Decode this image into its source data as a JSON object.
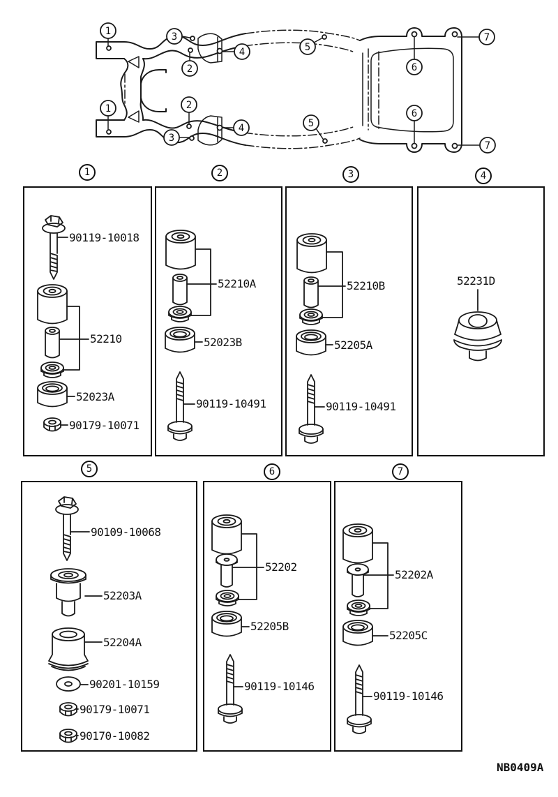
{
  "page": {
    "code": "NB0409A"
  },
  "frame": {
    "callouts": [
      {
        "n": "1"
      },
      {
        "n": "1"
      },
      {
        "n": "2"
      },
      {
        "n": "2"
      },
      {
        "n": "3"
      },
      {
        "n": "3"
      },
      {
        "n": "4"
      },
      {
        "n": "4"
      },
      {
        "n": "5"
      },
      {
        "n": "5"
      },
      {
        "n": "6"
      },
      {
        "n": "6"
      },
      {
        "n": "7"
      },
      {
        "n": "7"
      }
    ]
  },
  "boxes": [
    {
      "num": "1",
      "parts": [
        {
          "label": "90119-10018"
        },
        {
          "label": "52210"
        },
        {
          "label": "52023A"
        },
        {
          "label": "90179-10071"
        }
      ]
    },
    {
      "num": "2",
      "parts": [
        {
          "label": "52210A"
        },
        {
          "label": "52023B"
        },
        {
          "label": "90119-10491"
        }
      ]
    },
    {
      "num": "3",
      "parts": [
        {
          "label": "52210B"
        },
        {
          "label": "52205A"
        },
        {
          "label": "90119-10491"
        }
      ]
    },
    {
      "num": "4",
      "parts": [
        {
          "label": "52231D"
        }
      ]
    },
    {
      "num": "5",
      "parts": [
        {
          "label": "90109-10068"
        },
        {
          "label": "52203A"
        },
        {
          "label": "52204A"
        },
        {
          "label": "90201-10159"
        },
        {
          "label": "90179-10071"
        },
        {
          "label": "90170-10082"
        }
      ]
    },
    {
      "num": "6",
      "parts": [
        {
          "label": "52202"
        },
        {
          "label": "52205B"
        },
        {
          "label": "90119-10146"
        }
      ]
    },
    {
      "num": "7",
      "parts": [
        {
          "label": "52202A"
        },
        {
          "label": "52205C"
        },
        {
          "label": "90119-10146"
        }
      ]
    }
  ]
}
